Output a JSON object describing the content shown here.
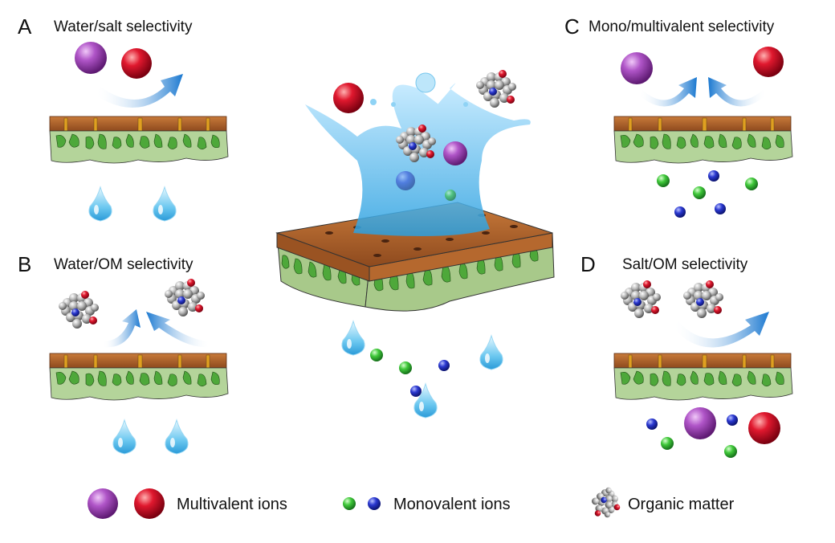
{
  "panels": [
    {
      "letter": "A",
      "title": "Water/salt selectivity"
    },
    {
      "letter": "B",
      "title": "Water/OM selectivity"
    },
    {
      "letter": "C",
      "title": "Mono/multivalent selectivity"
    },
    {
      "letter": "D",
      "title": "Salt/OM selectivity"
    }
  ],
  "legend": {
    "multivalent": "Multivalent ions",
    "monovalent": "Monovalent ions",
    "organic": "Organic matter"
  },
  "colors": {
    "multivalent_purple": "#9b3fb5",
    "multivalent_red": "#d0102a",
    "monovalent_green": "#3cc23a",
    "monovalent_blue": "#2a35c0",
    "membrane_top": "#b5682e",
    "membrane_support": "#a8c98a",
    "membrane_green": "#4ea83a",
    "water": "#4fb8e8"
  }
}
